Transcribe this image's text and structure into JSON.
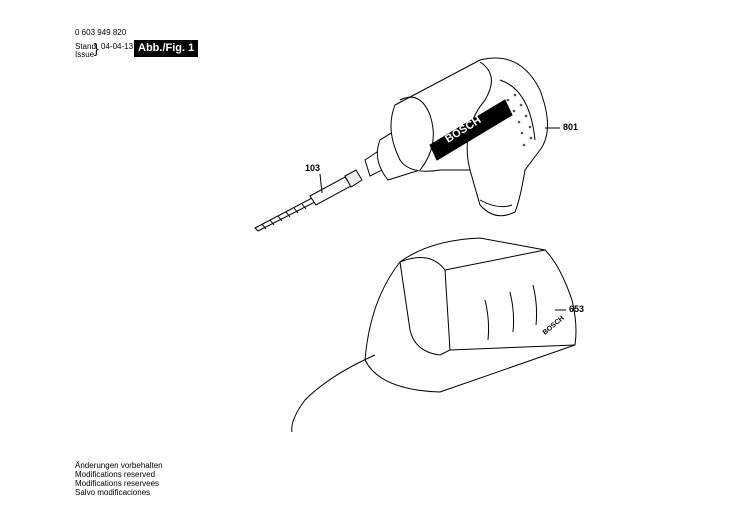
{
  "header": {
    "part_number": "0 603 949 820",
    "stand_label": "Stand",
    "issue_label": "Issue",
    "date": "04-04-13",
    "figure_label": "Abb./Fig. 1"
  },
  "parts": [
    {
      "number": "103"
    },
    {
      "number": "801"
    },
    {
      "number": "653"
    }
  ],
  "brand_marks": [
    "BOSCH",
    "BOSCH"
  ],
  "footer": {
    "lines": [
      "Änderungen vorbehalten",
      "Modifications reserved",
      "Modifications reservees",
      "Salvo modificaciones"
    ]
  }
}
